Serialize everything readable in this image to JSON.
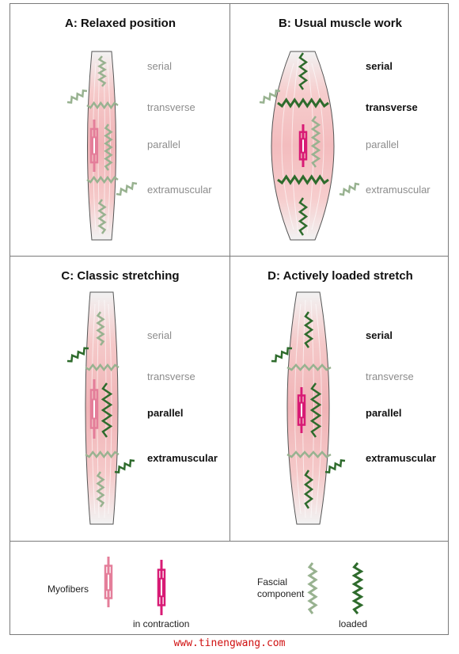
{
  "panels": [
    {
      "title": "A: Relaxed position",
      "labels": {
        "serial": "serial",
        "transverse": "transverse",
        "parallel": "parallel",
        "extramuscular": "extramuscular"
      }
    },
    {
      "title": "B: Usual muscle work",
      "labels": {
        "serial": "serial",
        "transverse": "transverse",
        "parallel": "parallel",
        "extramuscular": "extramuscular"
      }
    },
    {
      "title": "C: Classic stretching",
      "labels": {
        "serial": "serial",
        "transverse": "transverse",
        "parallel": "parallel",
        "extramuscular": "extramuscular"
      }
    },
    {
      "title": "D: Actively loaded stretch",
      "labels": {
        "serial": "serial",
        "transverse": "transverse",
        "parallel": "parallel",
        "extramuscular": "extramuscular"
      }
    }
  ],
  "legend": {
    "myofibers": "Myofibers",
    "in_contraction": "in contraction",
    "fascial_line1": "Fascial",
    "fascial_line2": "component",
    "loaded": "loaded"
  },
  "watermark": "www.tinengwang.com",
  "colors": {
    "border": "#7a7a7a",
    "muscle": "#f3c4c4",
    "fascia_relaxed": "#98b290",
    "fascia_loaded": "#2e6b2c",
    "myofiber": "#e47e9a",
    "myofiber_contracted": "#d81b75",
    "watermark": "#d01010"
  }
}
